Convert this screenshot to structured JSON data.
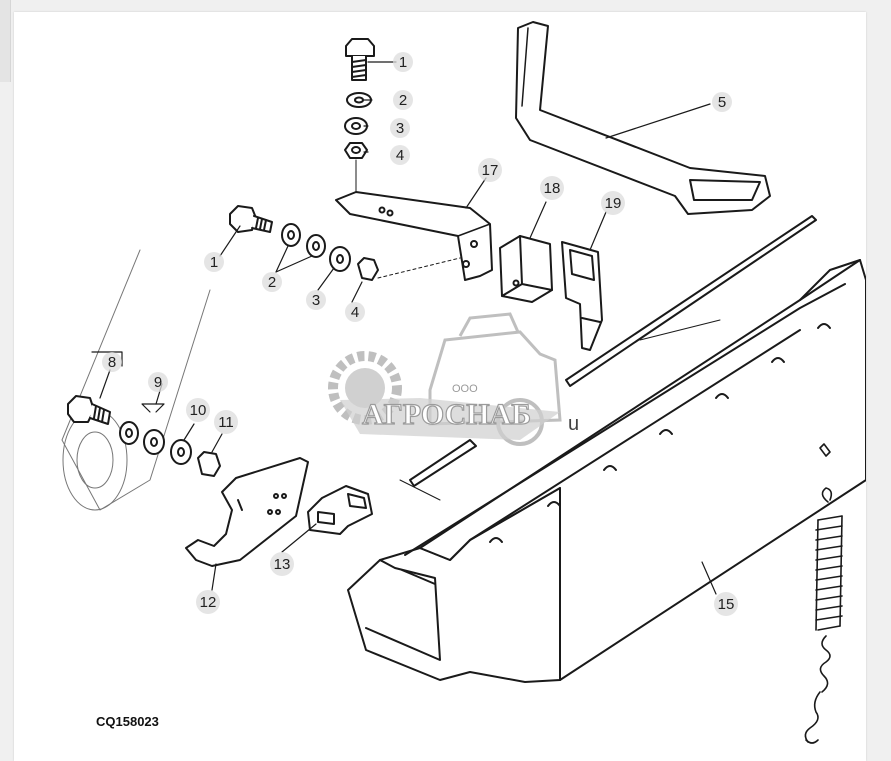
{
  "figure": {
    "code": "CQ158023",
    "callouts": [
      {
        "id": "c1a",
        "text": "1"
      },
      {
        "id": "c2a",
        "text": "2"
      },
      {
        "id": "c3a",
        "text": "3"
      },
      {
        "id": "c4a",
        "text": "4"
      },
      {
        "id": "c5",
        "text": "5"
      },
      {
        "id": "c17",
        "text": "17"
      },
      {
        "id": "c18",
        "text": "18"
      },
      {
        "id": "c19",
        "text": "19"
      },
      {
        "id": "c1b",
        "text": "1"
      },
      {
        "id": "c2b",
        "text": "2"
      },
      {
        "id": "c3b",
        "text": "3"
      },
      {
        "id": "c4b",
        "text": "4"
      },
      {
        "id": "c8",
        "text": "8"
      },
      {
        "id": "c9",
        "text": "9"
      },
      {
        "id": "c10",
        "text": "10"
      },
      {
        "id": "c11",
        "text": "11"
      },
      {
        "id": "c12",
        "text": "12"
      },
      {
        "id": "c13",
        "text": "13"
      },
      {
        "id": "c15",
        "text": "15"
      }
    ]
  },
  "watermark": {
    "prefix": "ООО",
    "name": "АГРОСНАБ",
    "suffix": "u"
  },
  "colors": {
    "line": "#1a1a1a",
    "callout_fill": "#dcdcdc",
    "watermark_gray": "#b4b4b4"
  }
}
